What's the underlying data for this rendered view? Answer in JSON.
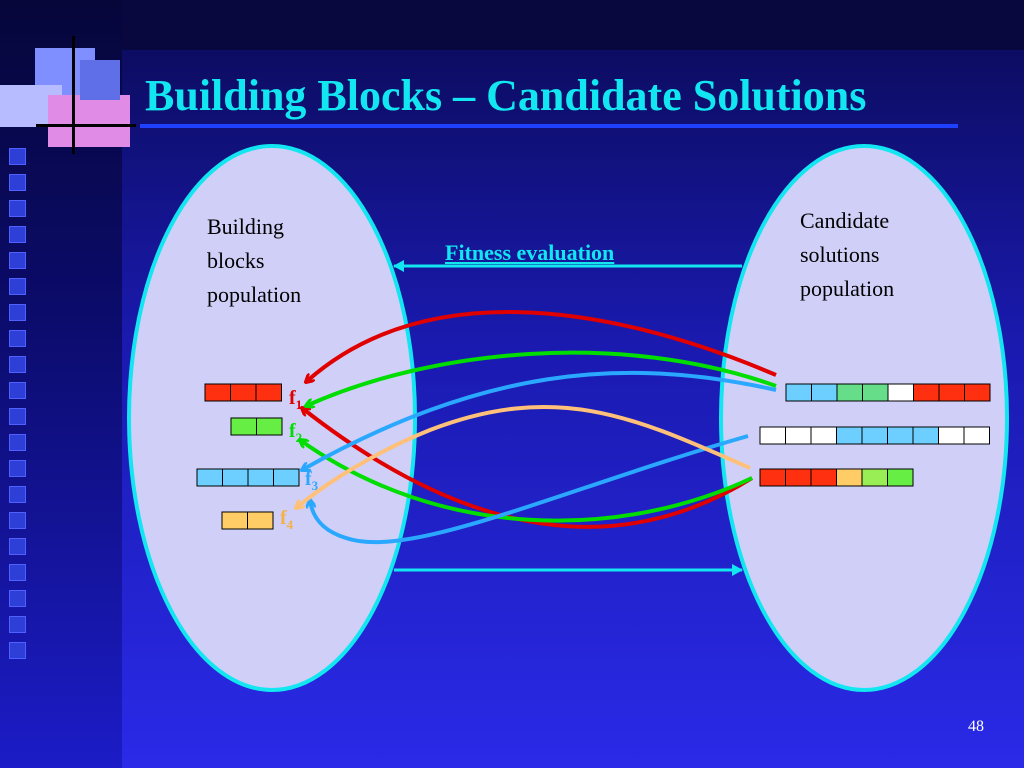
{
  "slide": {
    "title": "Building Blocks – Candidate Solutions",
    "page_number": "48"
  },
  "left_population": {
    "label": [
      "Building",
      "blocks",
      "population"
    ]
  },
  "right_population": {
    "label": [
      "Candidate",
      "solutions",
      "population"
    ]
  },
  "fitness_label": "Fitness evaluation",
  "fitness_markers": [
    {
      "letter": "f",
      "sub": "1",
      "color": "#e00000"
    },
    {
      "letter": "f",
      "sub": "2",
      "color": "#00dd00"
    },
    {
      "letter": "f",
      "sub": "3",
      "color": "#2aa8ff"
    },
    {
      "letter": "f",
      "sub": "4",
      "color": "#f5b04a"
    }
  ],
  "building_blocks": [
    {
      "cells": [
        "#ff3010",
        "#ff3010",
        "#ff3010"
      ]
    },
    {
      "cells": [
        "#66ee44",
        "#66ee44"
      ]
    },
    {
      "cells": [
        "#6ccfff",
        "#6ccfff",
        "#6ccfff",
        "#6ccfff"
      ]
    },
    {
      "cells": [
        "#ffcc66",
        "#ffcc66"
      ]
    }
  ],
  "candidate_solutions": [
    {
      "cells": [
        "#6ccfff",
        "#6ccfff",
        "#66dd88",
        "#66dd88",
        "#ffffff",
        "#ff3010",
        "#ff3010",
        "#ff3010"
      ]
    },
    {
      "cells": [
        "#ffffff",
        "#ffffff",
        "#ffffff",
        "#6ccfff",
        "#6ccfff",
        "#6ccfff",
        "#6ccfff",
        "#ffffff",
        "#ffffff"
      ]
    },
    {
      "cells": [
        "#ff3010",
        "#ff3010",
        "#ff3010",
        "#ffcc66",
        "#99ee55",
        "#66ee44"
      ]
    }
  ],
  "colors": {
    "background": "#1a1ab0",
    "title": "#12e6f0",
    "ellipse_fill": "#cfcff8",
    "ellipse_stroke": "#12e6f0",
    "red_arrow": "#e00000",
    "green_arrow": "#00dd00",
    "blue_arrow": "#2aa8ff",
    "orange_arrow": "#ffc07a"
  }
}
